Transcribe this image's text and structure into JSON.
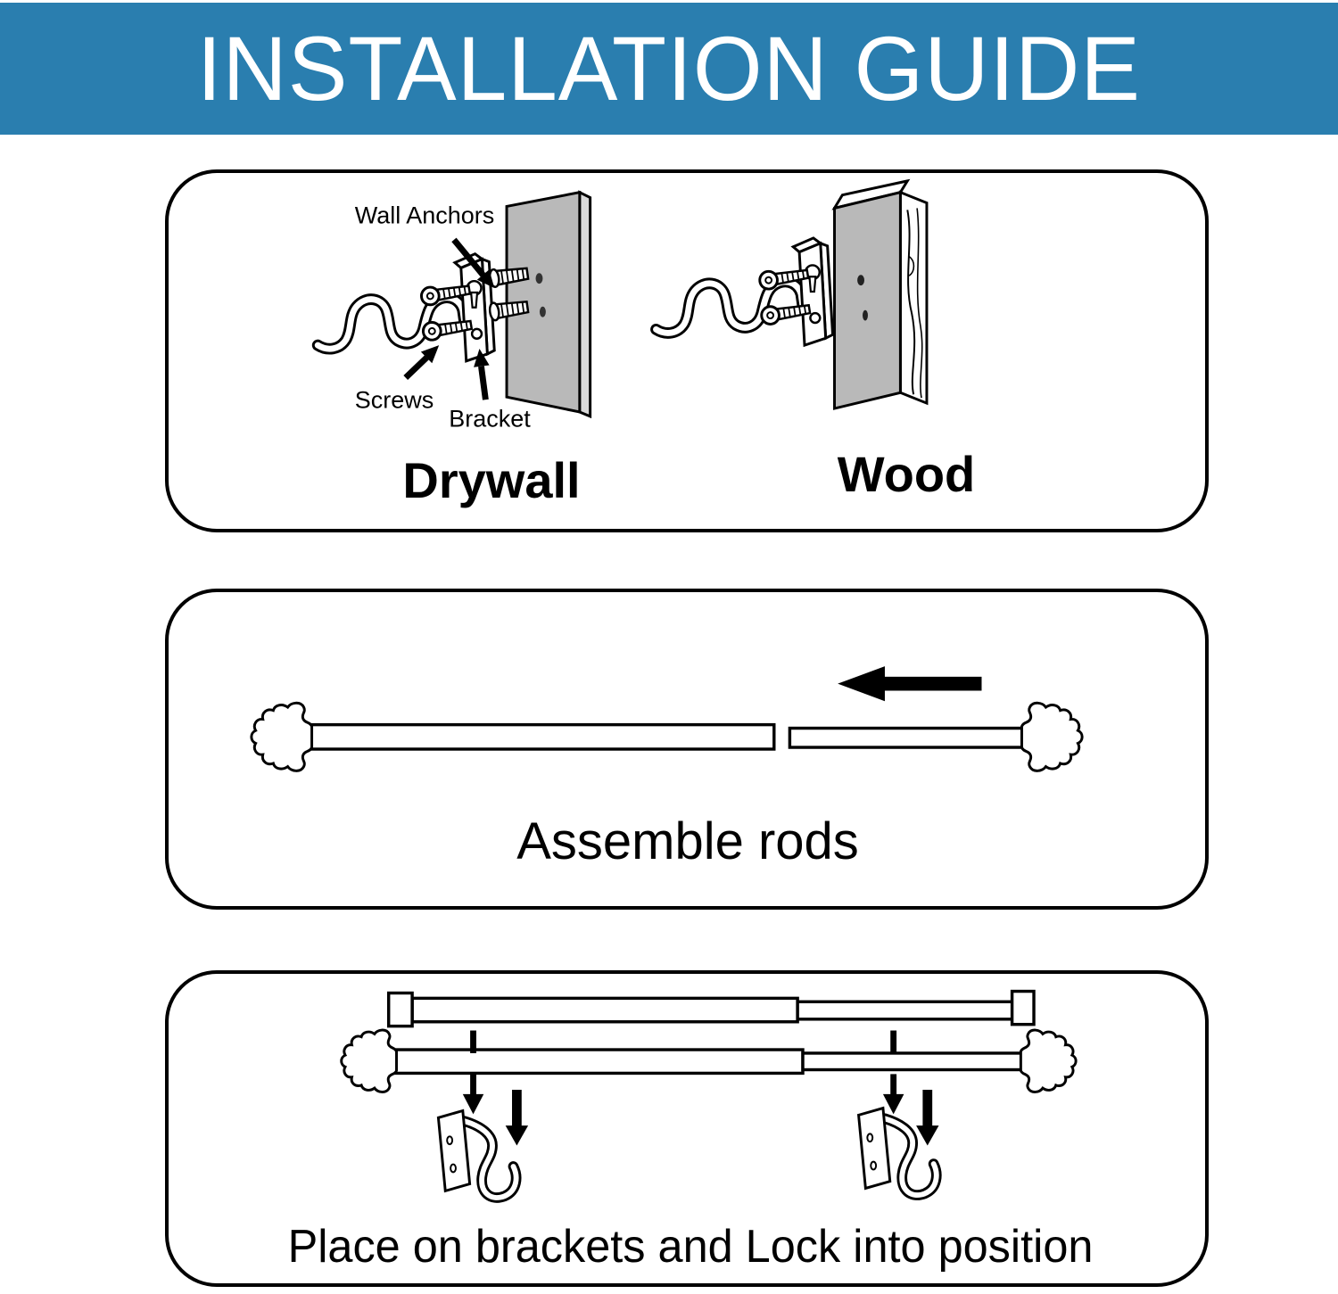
{
  "header": {
    "title": "INSTALLATION GUIDE",
    "background_color": "#2a7eaf",
    "text_color": "#ffffff"
  },
  "mounting_panel": {
    "part_labels": {
      "wall_anchors": "Wall Anchors",
      "screws": "Screws",
      "bracket": "Bracket"
    },
    "surface_captions": {
      "drywall": "Drywall",
      "wood": "Wood"
    }
  },
  "assemble_panel": {
    "caption": "Assemble rods"
  },
  "place_panel": {
    "caption": "Place on brackets and Lock into position"
  },
  "colors": {
    "panel_border": "#000000",
    "board_gray": "#b9b9b9",
    "board_side_gray": "#d9d9d9",
    "line_art": "#000000"
  }
}
